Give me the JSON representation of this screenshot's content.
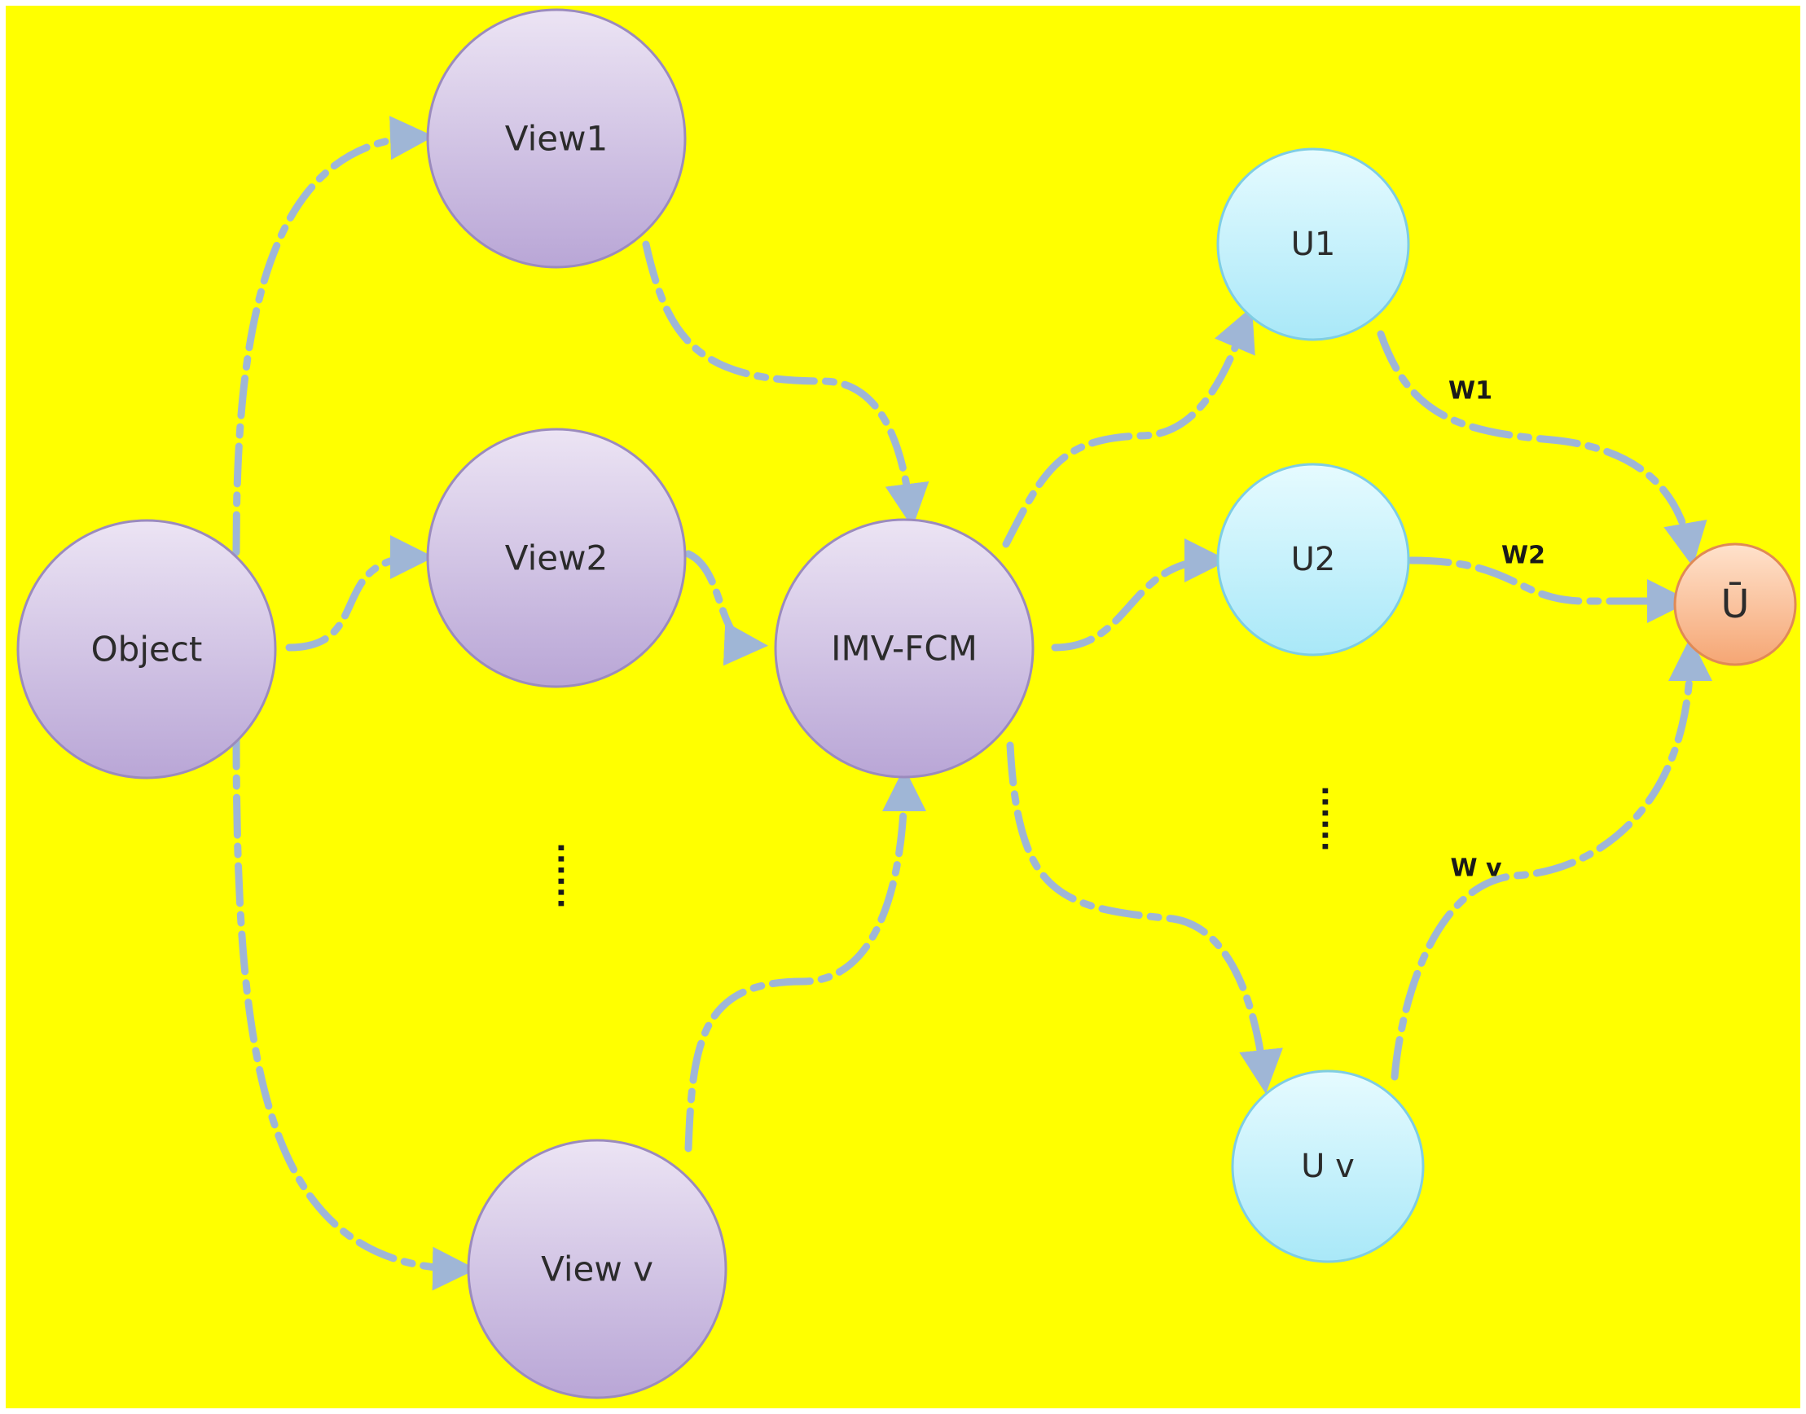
{
  "colors": {
    "background": "#ffff00",
    "page_border": "#ffffff",
    "view_node_fill_top": "#ece4f4",
    "view_node_fill_bottom": "#b9a6d6",
    "view_node_stroke": "#9b8bbd",
    "result_node_fill_top": "#e6fbff",
    "result_node_fill_bottom": "#a9e8f8",
    "result_node_stroke": "#7fcde3",
    "final_node_fill_top": "#ffe2cc",
    "final_node_fill_bottom": "#f5a674",
    "final_node_stroke": "#e08a55",
    "edge": "#9fb6d6",
    "text": "#2b2b2b"
  },
  "nodes": {
    "object": "Object",
    "view1": "View1",
    "view2": "View2",
    "viewv": "View v",
    "imvfcm": "IMV-FCM",
    "u1": "U1",
    "u2": "U2",
    "uv": "U v",
    "ubar": "Ū"
  },
  "edges": [
    {
      "from": "object",
      "to": "view1"
    },
    {
      "from": "object",
      "to": "view2"
    },
    {
      "from": "object",
      "to": "viewv"
    },
    {
      "from": "view1",
      "to": "imvfcm"
    },
    {
      "from": "view2",
      "to": "imvfcm"
    },
    {
      "from": "viewv",
      "to": "imvfcm"
    },
    {
      "from": "imvfcm",
      "to": "u1"
    },
    {
      "from": "imvfcm",
      "to": "u2"
    },
    {
      "from": "imvfcm",
      "to": "uv"
    },
    {
      "from": "u1",
      "to": "ubar",
      "label": "W1"
    },
    {
      "from": "u2",
      "to": "ubar",
      "label": "W2"
    },
    {
      "from": "uv",
      "to": "ubar",
      "label": "W v"
    }
  ],
  "weights": {
    "w1": "W1",
    "w2": "W2",
    "wv": "W v"
  },
  "ellipses": {
    "views": "......",
    "results": "......"
  }
}
